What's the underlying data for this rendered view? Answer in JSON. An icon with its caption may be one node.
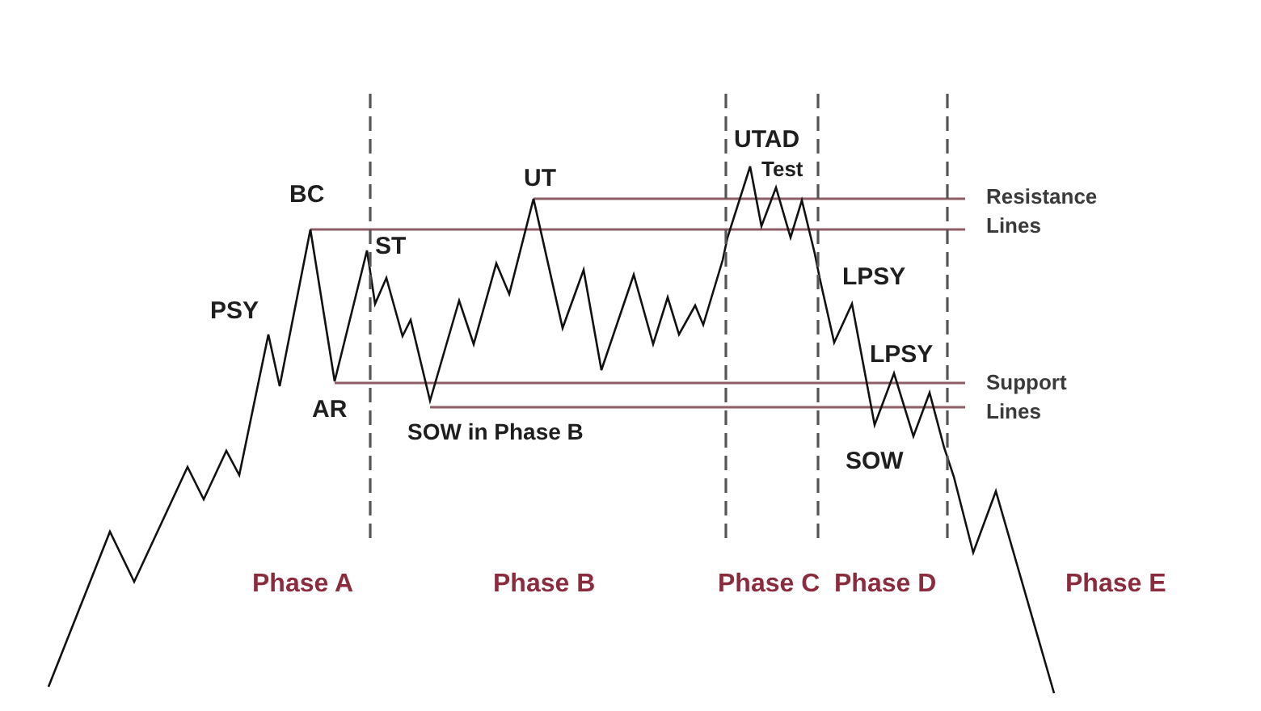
{
  "diagram": {
    "labels": [
      "UTAD",
      "UT",
      "Test",
      "BC",
      "Resistance Lines",
      "ST",
      "LPSY",
      "PSY",
      "LPSY",
      "Support Lines",
      "AR",
      "SOW in Phase B",
      "SOW",
      "Phase A",
      "Phase B",
      "Phase C",
      "Phase D",
      "Phase E"
    ]
  }
}
